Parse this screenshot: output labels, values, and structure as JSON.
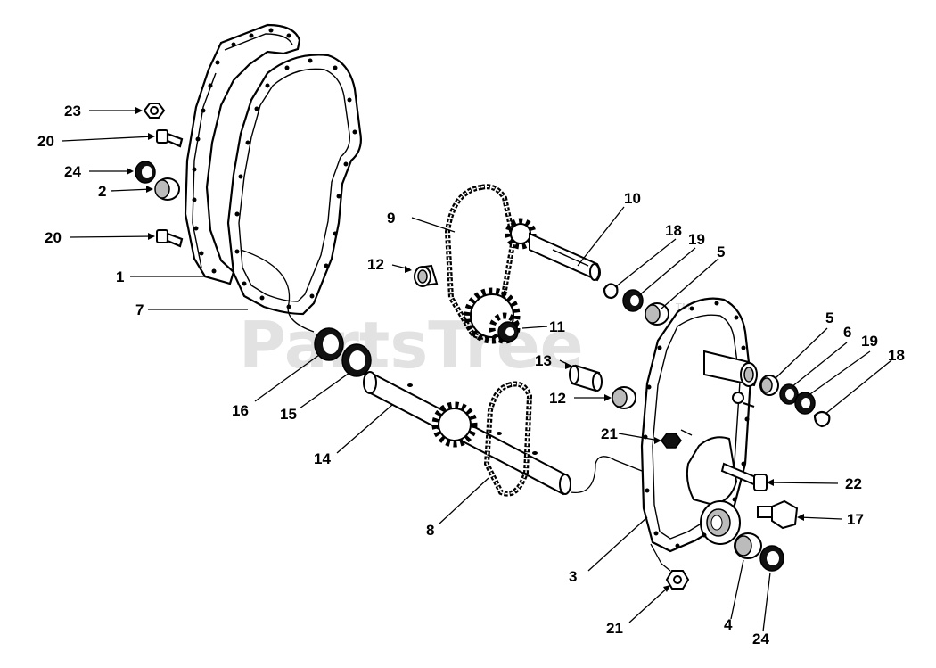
{
  "watermark": {
    "text": "PartsTree",
    "trademark": "TM"
  },
  "callouts": [
    {
      "id": "c23",
      "text": "23"
    },
    {
      "id": "c20a",
      "text": "20"
    },
    {
      "id": "c24a",
      "text": "24"
    },
    {
      "id": "c2",
      "text": "2"
    },
    {
      "id": "c20b",
      "text": "20"
    },
    {
      "id": "c1",
      "text": "1"
    },
    {
      "id": "c7",
      "text": "7"
    },
    {
      "id": "c12a",
      "text": "12"
    },
    {
      "id": "c9",
      "text": "9"
    },
    {
      "id": "c10",
      "text": "10"
    },
    {
      "id": "c18a",
      "text": "18"
    },
    {
      "id": "c19a",
      "text": "19"
    },
    {
      "id": "c5a",
      "text": "5"
    },
    {
      "id": "c11",
      "text": "11"
    },
    {
      "id": "c16",
      "text": "16"
    },
    {
      "id": "c15",
      "text": "15"
    },
    {
      "id": "c13",
      "text": "13"
    },
    {
      "id": "c12b",
      "text": "12"
    },
    {
      "id": "c5b",
      "text": "5"
    },
    {
      "id": "c6",
      "text": "6"
    },
    {
      "id": "c19b",
      "text": "19"
    },
    {
      "id": "c18b",
      "text": "18"
    },
    {
      "id": "c14",
      "text": "14"
    },
    {
      "id": "c21a",
      "text": "21"
    },
    {
      "id": "c22",
      "text": "22"
    },
    {
      "id": "c17",
      "text": "17"
    },
    {
      "id": "c8",
      "text": "8"
    },
    {
      "id": "c3",
      "text": "3"
    },
    {
      "id": "c21b",
      "text": "21"
    },
    {
      "id": "c4",
      "text": "4"
    },
    {
      "id": "c24b",
      "text": "24"
    }
  ]
}
